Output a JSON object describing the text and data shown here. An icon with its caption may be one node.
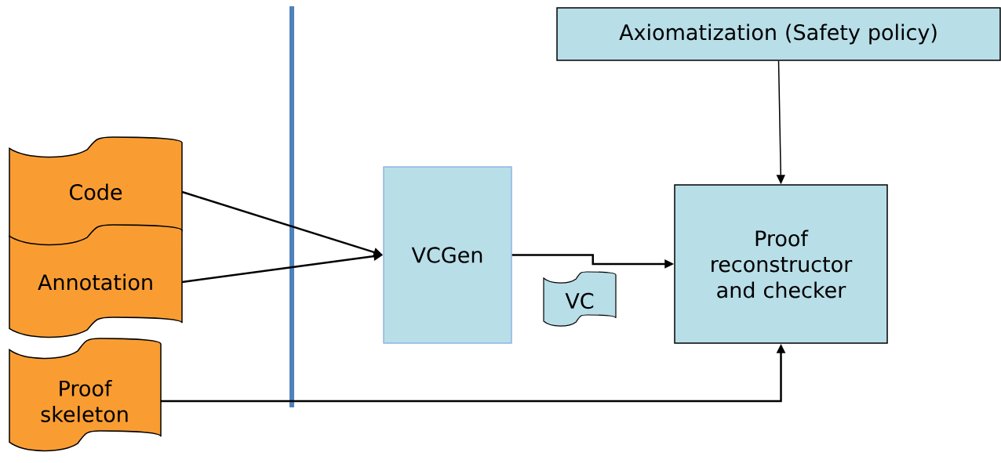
{
  "diagram": {
    "nodes": [
      {
        "text": [
          "Axiomatization (Safety policy)"
        ]
      },
      {
        "text": [
          "Code"
        ]
      },
      {
        "text": [
          "Annotation"
        ]
      },
      {
        "text": [
          "VCGen"
        ]
      },
      {
        "text": [
          "VC"
        ]
      },
      {
        "text": [
          "Proof reconstructor and checker"
        ]
      },
      {
        "text": [
          "Proof skeleton"
        ]
      }
    ],
    "edges": [
      {
        "from": 1,
        "to": 3,
        "arrow": "to"
      },
      {
        "from": 2,
        "to": 3,
        "arrow": "to"
      },
      {
        "from": 3,
        "to": 5,
        "arrow": "to"
      },
      {
        "from": 0,
        "to": 5,
        "arrow": "to"
      },
      {
        "from": 6,
        "to": 5,
        "arrow": "to"
      }
    ]
  }
}
